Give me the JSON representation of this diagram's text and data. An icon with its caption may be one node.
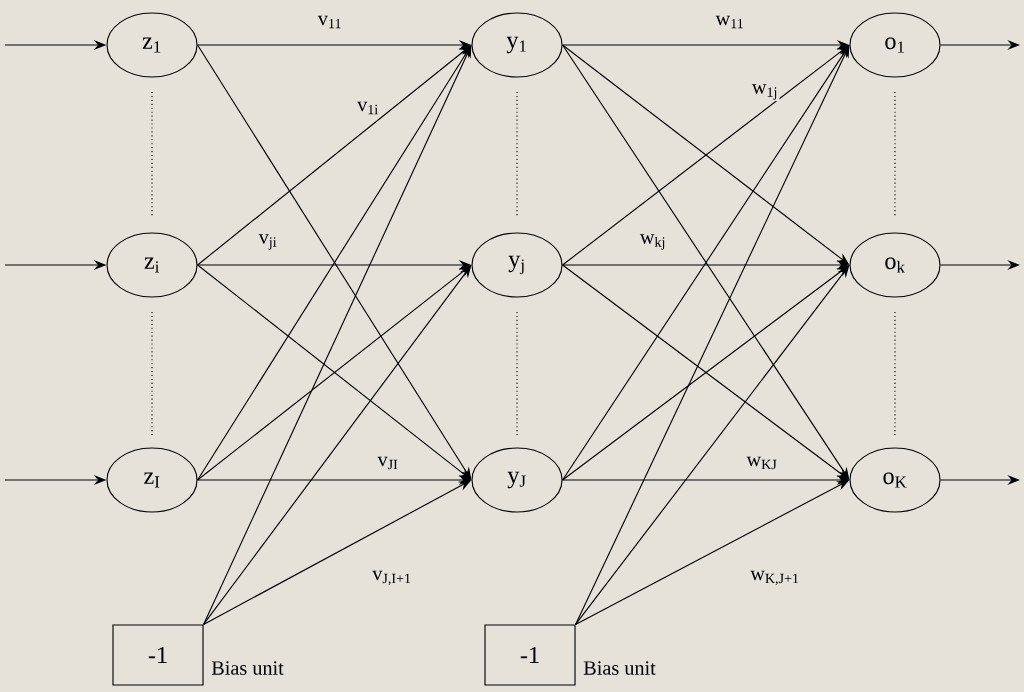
{
  "diagram": {
    "nodes": [
      {
        "text": [
          "z$_{1}$"
        ]
      },
      {
        "text": [
          "z$_{i}$"
        ]
      },
      {
        "text": [
          "z$_{I}$"
        ]
      },
      {
        "text": [
          "y$_{1}$"
        ]
      },
      {
        "text": [
          "y$_{j}$"
        ]
      },
      {
        "text": [
          "y$_{J}$"
        ]
      },
      {
        "text": [
          "o$_{1}$"
        ]
      },
      {
        "text": [
          "o$_{k}$"
        ]
      },
      {
        "text": [
          "o$_{K}$"
        ]
      },
      {
        "text": [
          "-1"
        ],
        "beside": [
          "Bias unit"
        ]
      },
      {
        "text": [
          "-1"
        ],
        "beside": [
          "Bias unit"
        ]
      }
    ],
    "edges": [
      {
        "from": null,
        "to": 0,
        "arrow": "to"
      },
      {
        "from": null,
        "to": 1,
        "arrow": "to"
      },
      {
        "from": null,
        "to": 2,
        "arrow": "to"
      },
      {
        "from": 0,
        "to": 3,
        "arrow": "to",
        "label": "v$_{11}$"
      },
      {
        "from": 0,
        "to": 5,
        "arrow": "to"
      },
      {
        "from": 1,
        "to": 3,
        "arrow": "to",
        "label": "v$_{1i}$"
      },
      {
        "from": 1,
        "to": 4,
        "arrow": "to",
        "label": "v$_{ji}$"
      },
      {
        "from": 1,
        "to": 5,
        "arrow": "to"
      },
      {
        "from": 2,
        "to": 3,
        "arrow": "to"
      },
      {
        "from": 2,
        "to": 4,
        "arrow": "to"
      },
      {
        "from": 2,
        "to": 5,
        "arrow": "to",
        "label": "v$_{JI}$"
      },
      {
        "from": 9,
        "to": 3,
        "arrow": "to"
      },
      {
        "from": 9,
        "to": 4,
        "arrow": "to"
      },
      {
        "from": 9,
        "to": 5,
        "arrow": "to",
        "label": "v$_{J,I+1}$"
      },
      {
        "from": 3,
        "to": 6,
        "arrow": "to",
        "label": "w$_{11}$"
      },
      {
        "from": 3,
        "to": 7,
        "arrow": "to"
      },
      {
        "from": 3,
        "to": 8,
        "arrow": "to"
      },
      {
        "from": 4,
        "to": 6,
        "arrow": "to",
        "label": "w$_{1j}$"
      },
      {
        "from": 4,
        "to": 7,
        "arrow": "to",
        "label": "w$_{kj}$"
      },
      {
        "from": 4,
        "to": 8,
        "arrow": "to"
      },
      {
        "from": 5,
        "to": 6,
        "arrow": "to"
      },
      {
        "from": 5,
        "to": 7,
        "arrow": "to"
      },
      {
        "from": 5,
        "to": 8,
        "arrow": "to",
        "label": "w$_{KJ}$"
      },
      {
        "from": 10,
        "to": 6,
        "arrow": "to"
      },
      {
        "from": 10,
        "to": 7,
        "arrow": "to"
      },
      {
        "from": 10,
        "to": 8,
        "arrow": "to",
        "label": "w$_{K,J+1}$"
      },
      {
        "from": 6,
        "to": null,
        "arrow": "to"
      },
      {
        "from": 7,
        "to": null,
        "arrow": "to"
      },
      {
        "from": 8,
        "to": null,
        "arrow": "to"
      }
    ]
  }
}
